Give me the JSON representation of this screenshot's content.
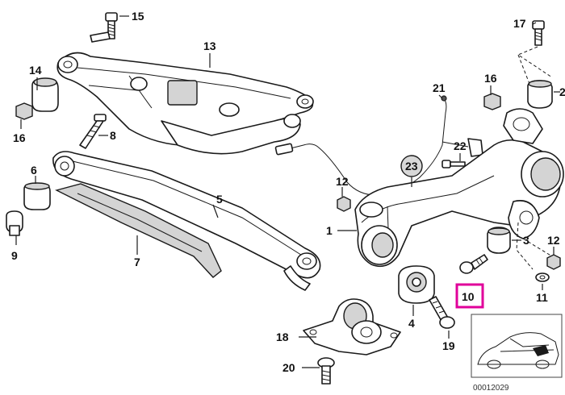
{
  "callouts": {
    "l1": "1",
    "l2": "2",
    "l3": "3",
    "l4": "4",
    "l5": "5",
    "l6": "6",
    "l7": "7",
    "l8": "8",
    "l9": "9",
    "l10": "10",
    "l11": "11",
    "l12a": "12",
    "l12b": "12",
    "l13": "13",
    "l14": "14",
    "l15": "15",
    "l16a": "16",
    "l16b": "16",
    "l17": "17",
    "l18": "18",
    "l19": "19",
    "l20": "20",
    "l21": "21",
    "l22": "22",
    "l23": "23"
  },
  "highlight": {
    "color": "#e0009a",
    "callout": "10"
  },
  "catalog_code": "00012029"
}
